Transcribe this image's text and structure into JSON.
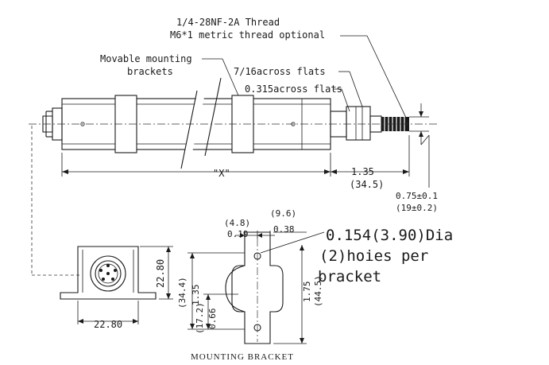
{
  "labels": {
    "thread_line1": "1/4-28NF-2A Thread",
    "thread_line2": "M6*1 metric thread optional",
    "movable_line1": "Movable mounting",
    "movable_line2": "brackets",
    "flats_716": "7/16across flats",
    "flats_0315": "0.315across flats",
    "dim_x": "\"X\"",
    "dim_135": "1.35",
    "dim_345": "(34.5)",
    "dia_075": "0.75±0.1",
    "dia_19": "(19±0.2)",
    "dim_48": "(4.8)",
    "dim_019": "0.19",
    "dim_96": "(9.6)",
    "dim_038": "0.38",
    "hole_line1": "0.154(3.90)Dia",
    "hole_line2": "(2)hoies per",
    "hole_line3": "bracket",
    "conn_width": "22.80",
    "conn_height": "22.80",
    "bracket_344": "(34.4)",
    "bracket_135": "1.35",
    "bracket_172": "(17.2)",
    "bracket_066": "0.66",
    "bracket_175": "1.75",
    "bracket_445": "(44.5)",
    "mounting_bracket": "MOUNTING BRACKET"
  }
}
